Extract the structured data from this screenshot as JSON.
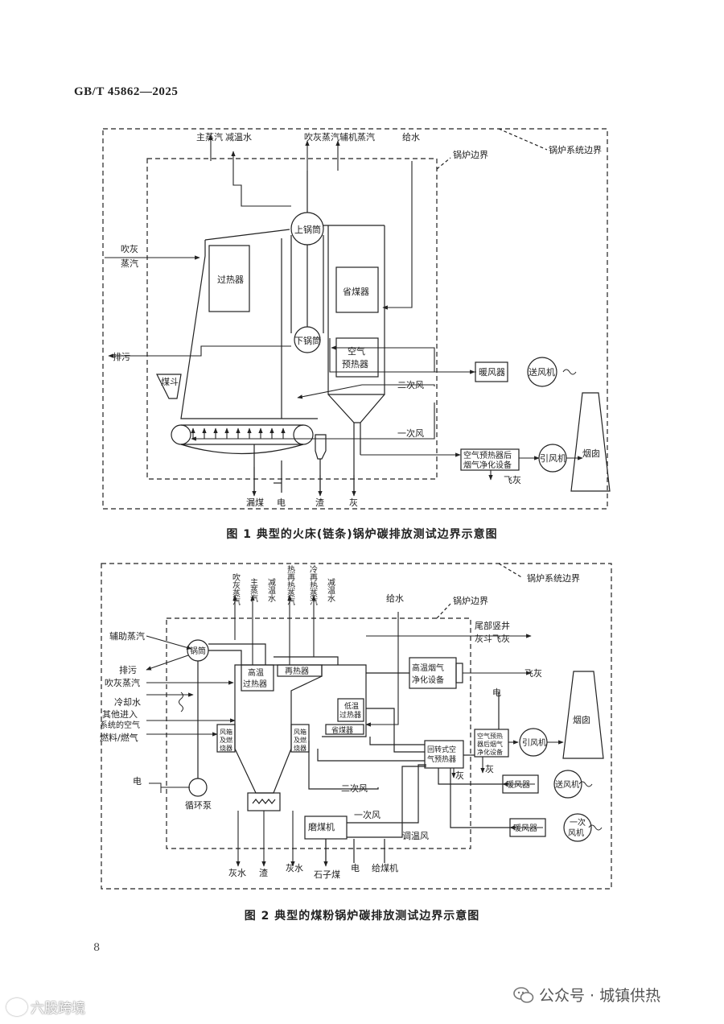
{
  "header": {
    "standard_no": "GB/T 45862—2025"
  },
  "figure1": {
    "caption": "图 1   典型的火床(链条)锅炉碳排放测试边界示意图",
    "labels": {
      "system_boundary": "锅炉系统边界",
      "boiler_boundary": "锅炉边界",
      "main_steam": "主蒸汽",
      "desuperheat_water": "减温水",
      "soot_steam_out": "吹灰蒸汽",
      "aux_steam": "辅机蒸汽",
      "feed_water": "给水",
      "soot_steam_in_1": "吹灰",
      "soot_steam_in_2": "蒸汽",
      "upper_drum": "上锅筒",
      "superheater": "过热器",
      "economizer": "省煤器",
      "lower_drum": "下锅筒",
      "blowdown": "排污",
      "air_preheater_1": "空气",
      "air_preheater_2": "预热器",
      "heater": "暖风器",
      "fd_fan": "送风机",
      "coal_hopper": "煤斗",
      "secondary_air": "二次风",
      "primary_air": "一次风",
      "flue_cleaning_1": "空气预热器后",
      "flue_cleaning_2": "烟气净化设备",
      "id_fan": "引风机",
      "chimney": "烟囱",
      "fly_ash": "飞灰",
      "leaked_coal": "漏煤",
      "electricity": "电",
      "slag": "渣",
      "ash": "灰"
    }
  },
  "figure2": {
    "caption": "图 2   典型的煤粉锅炉碳排放测试边界示意图",
    "labels": {
      "system_boundary": "锅炉系统边界",
      "boiler_boundary": "锅炉边界",
      "v_soot": "吹灰蒸汽",
      "v_main": "主蒸汽",
      "v_desup": "减温水",
      "v_hot_reheat": "热再热蒸汽",
      "v_cold_reheat": "冷再热蒸汽",
      "v_desup2": "减温水",
      "feed_water": "给水",
      "tail_shaft_1": "尾部竖井",
      "tail_shaft_2": "灰斗飞灰",
      "aux_steam": "辅助蒸汽",
      "drum": "锅筒",
      "blowdown": "排污",
      "soot_steam": "吹灰蒸汽",
      "cooling_water": "冷却水",
      "other_air_1": "其他进入",
      "other_air_2": "系统的空气",
      "fuel_gas": "燃料/燃气",
      "ht_superheater_1": "高温",
      "ht_superheater_2": "过热器",
      "reheater": "再热器",
      "lt_superheater_1": "低温",
      "lt_superheater_2": "过热器",
      "economizer": "省煤器",
      "ht_cleaning_1": "高温烟气",
      "ht_cleaning_2": "净化设备",
      "fly_ash": "飞灰",
      "electricity_top": "电",
      "burner_left_1": "风箱",
      "burner_left_2": "及燃",
      "burner_left_3": "烧器",
      "burner_right_1": "风箱",
      "burner_right_2": "及燃",
      "burner_right_3": "烧器",
      "rotary_aph_1": "回转式空",
      "rotary_aph_2": "气预热器",
      "post_aph_1": "空气预热",
      "post_aph_2": "器后烟气",
      "post_aph_3": "净化设备",
      "id_fan": "引风机",
      "chimney": "烟囱",
      "ash_right": "灰",
      "ash_under": "灰",
      "electricity_left": "电",
      "circ_pump": "循环泵",
      "secondary_air": "二次风",
      "heater_1": "暖风器",
      "fd_fan": "送风机",
      "primary_air": "一次风",
      "mill": "磨煤机",
      "tempering_air": "调温风",
      "heater_2": "暖风器",
      "pa_fan_1": "一次",
      "pa_fan_2": "风机",
      "ash_water_1": "灰水",
      "slag": "渣",
      "ash_water_2": "灰水",
      "stone_coal": "石子煤",
      "electricity_mill": "电",
      "feeder": "给煤机"
    }
  },
  "footer": {
    "page_number": "8",
    "watermark_right": "公众号 · 城镇供热",
    "watermark_left": "六股跨境"
  }
}
